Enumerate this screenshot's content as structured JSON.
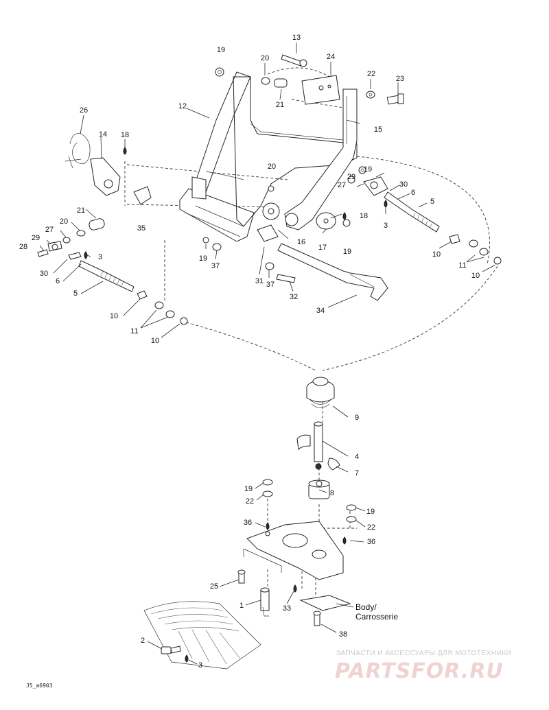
{
  "callouts": [
    {
      "id": "c13",
      "text": "13"
    },
    {
      "id": "c19a",
      "text": "19"
    },
    {
      "id": "c20a",
      "text": "20"
    },
    {
      "id": "c24",
      "text": "24"
    },
    {
      "id": "c22a",
      "text": "22"
    },
    {
      "id": "c23",
      "text": "23"
    },
    {
      "id": "c12",
      "text": "12"
    },
    {
      "id": "c21a",
      "text": "21"
    },
    {
      "id": "c15",
      "text": "15"
    },
    {
      "id": "c26",
      "text": "26"
    },
    {
      "id": "c14",
      "text": "14"
    },
    {
      "id": "c18a",
      "text": "18"
    },
    {
      "id": "c20b",
      "text": "20"
    },
    {
      "id": "c19b",
      "text": "19"
    },
    {
      "id": "c29a",
      "text": "29"
    },
    {
      "id": "c27a",
      "text": "27"
    },
    {
      "id": "c30a",
      "text": "30"
    },
    {
      "id": "c6a",
      "text": "6"
    },
    {
      "id": "c5a",
      "text": "5"
    },
    {
      "id": "c3a",
      "text": "3"
    },
    {
      "id": "c21b",
      "text": "21"
    },
    {
      "id": "c35",
      "text": "35"
    },
    {
      "id": "c20c",
      "text": "20"
    },
    {
      "id": "c27b",
      "text": "27"
    },
    {
      "id": "c29b",
      "text": "29"
    },
    {
      "id": "c28",
      "text": "28"
    },
    {
      "id": "c3b",
      "text": "3"
    },
    {
      "id": "c30b",
      "text": "30"
    },
    {
      "id": "c6b",
      "text": "6"
    },
    {
      "id": "c5b",
      "text": "5"
    },
    {
      "id": "c18b",
      "text": "18"
    },
    {
      "id": "c16",
      "text": "16"
    },
    {
      "id": "c17",
      "text": "17"
    },
    {
      "id": "c19c",
      "text": "19"
    },
    {
      "id": "c19d",
      "text": "19"
    },
    {
      "id": "c37a",
      "text": "37"
    },
    {
      "id": "c31",
      "text": "31"
    },
    {
      "id": "c37b",
      "text": "37"
    },
    {
      "id": "c32",
      "text": "32"
    },
    {
      "id": "c34",
      "text": "34"
    },
    {
      "id": "c10a",
      "text": "10"
    },
    {
      "id": "c11a",
      "text": "11"
    },
    {
      "id": "c10b",
      "text": "10"
    },
    {
      "id": "c10c",
      "text": "10"
    },
    {
      "id": "c11b",
      "text": "11"
    },
    {
      "id": "c10d",
      "text": "10"
    },
    {
      "id": "c9",
      "text": "9"
    },
    {
      "id": "c4",
      "text": "4"
    },
    {
      "id": "c7",
      "text": "7"
    },
    {
      "id": "c8",
      "text": "8"
    },
    {
      "id": "c19e",
      "text": "19"
    },
    {
      "id": "c22b",
      "text": "22"
    },
    {
      "id": "c19f",
      "text": "19"
    },
    {
      "id": "c22c",
      "text": "22"
    },
    {
      "id": "c36a",
      "text": "36"
    },
    {
      "id": "c36b",
      "text": "36"
    },
    {
      "id": "c25",
      "text": "25"
    },
    {
      "id": "c1",
      "text": "1"
    },
    {
      "id": "c33",
      "text": "33"
    },
    {
      "id": "c38",
      "text": "38"
    },
    {
      "id": "c2",
      "text": "2"
    },
    {
      "id": "c3c",
      "text": "3"
    }
  ],
  "body_label": {
    "line1": "Body/",
    "line2": "Carrosserie"
  },
  "drawing_ref": "J5_a6903",
  "watermark": {
    "tagline": "ЗАПЧАСТИ И АКСЕССУАРЫ ДЛЯ МОТОТЕХНИКИ",
    "logo": "PARTSFOR.RU",
    "color": "#e8a0a0"
  }
}
